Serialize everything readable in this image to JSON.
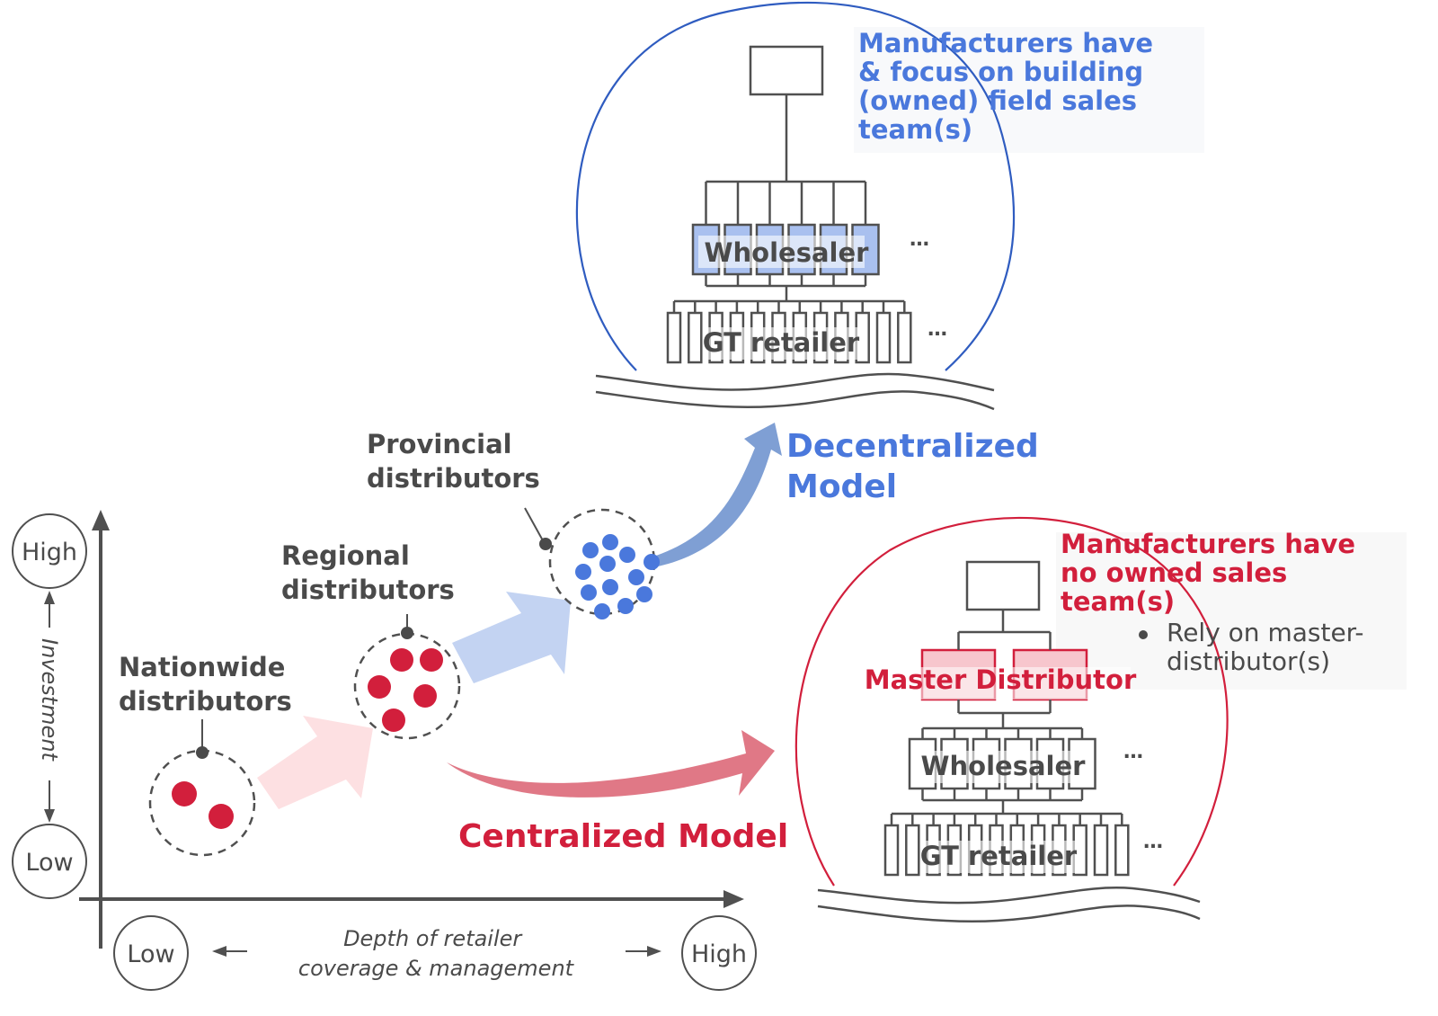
{
  "axes": {
    "y_label": "Investment",
    "y_high": "High",
    "y_low": "Low",
    "x_label_line1": "Depth of retailer",
    "x_label_line2": "coverage & management",
    "x_low": "Low",
    "x_high": "High"
  },
  "stages": [
    {
      "id": "nationwide",
      "line1": "Nationwide",
      "line2": "distributors",
      "dot_count": 2,
      "dot_color": "#d21f3c"
    },
    {
      "id": "regional",
      "line1": "Regional",
      "line2": "distributors",
      "dot_count": 5,
      "dot_color": "#d21f3c"
    },
    {
      "id": "provincial",
      "line1": "Provincial",
      "line2": "distributors",
      "dot_count": 12,
      "dot_color": "#4a78dc"
    }
  ],
  "decentralized": {
    "title_line1": "Decentralized",
    "title_line2": "Model",
    "desc_lines": [
      "Manufacturers have",
      "& focus on building",
      "(owned) field sales",
      "team(s)"
    ],
    "wholesaler_label": "Wholesaler",
    "retailer_label": "GT retailer",
    "ellipsis": "…",
    "wholesaler_count": 6,
    "retailer_count": 12
  },
  "centralized": {
    "title": "Centralized Model",
    "desc_lines": [
      "Manufacturers have",
      "no owned sales",
      "team(s)"
    ],
    "bullet_lines": [
      "Rely on master-",
      "distributor(s)"
    ],
    "master_label": "Master Distributor",
    "wholesaler_label": "Wholesaler",
    "retailer_label": "GT retailer",
    "ellipsis": "…",
    "master_count": 2,
    "wholesaler_count": 6,
    "retailer_count": 12
  },
  "colors": {
    "blue": "#4a78dc",
    "red": "#d21f3c",
    "blue_circle": "#2f5cc0",
    "red_circle": "#d21f3c",
    "pink_arrow": "#fde0e2",
    "light_blue_arrow": "#c3d3f2",
    "blue_arrow": "#7f9fd4",
    "red_arrow": "#e07886",
    "wholesaler_fill": "#a9c0ef",
    "master_fill": "#f7c6cd",
    "gray": "#505050"
  }
}
